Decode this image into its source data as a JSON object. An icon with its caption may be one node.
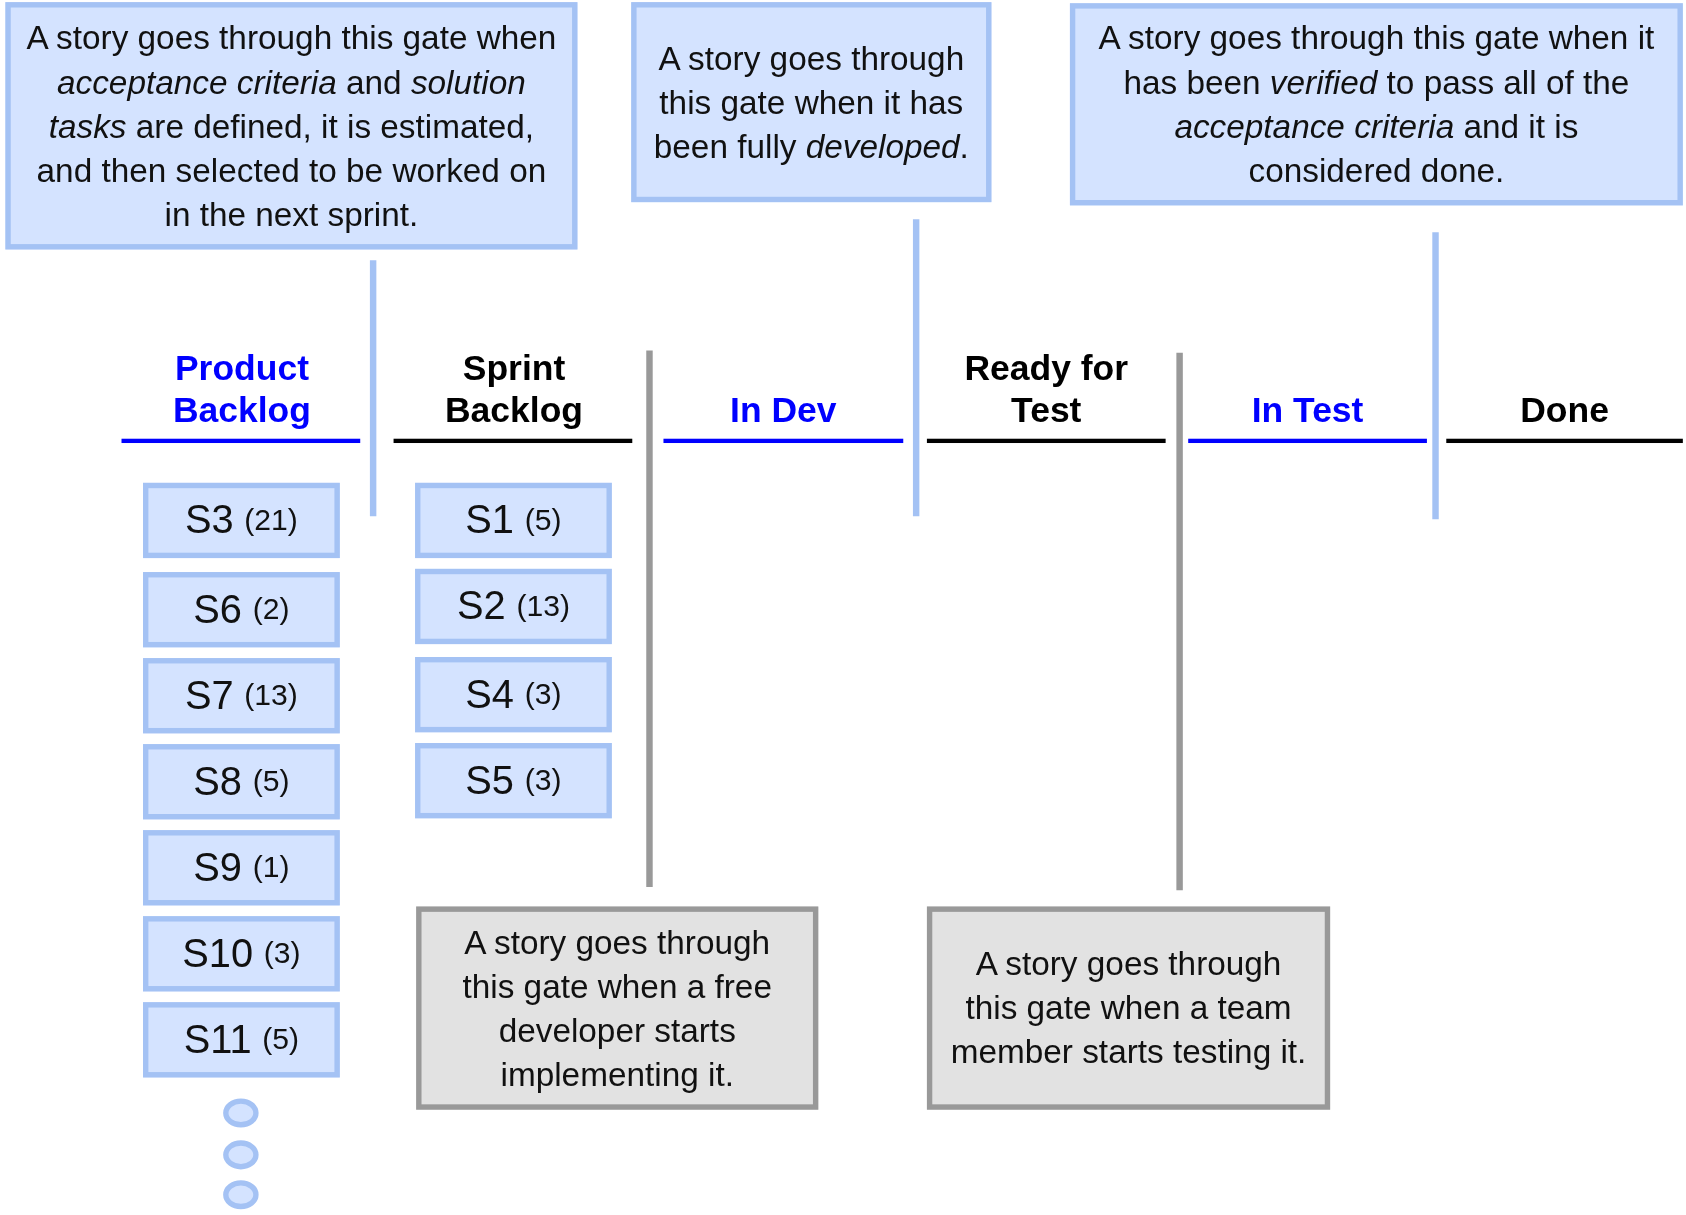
{
  "diagram": {
    "nodes": [
      {
        "text": [
          "A story goes through this gate when *acceptance criteria* and *solution tasks* are defined, it is estimated, and then selected to be worked on in the next sprint."
        ]
      },
      {
        "text": [
          "A story goes through this gate when it has been fully *developed*."
        ]
      },
      {
        "text": [
          "A story goes through this gate when it has been *verified* to pass all of the *acceptance criteria* and it is considered done."
        ]
      },
      {
        "text": [
          "S3",
          "(21)"
        ]
      },
      {
        "text": [
          "S6",
          "(2)"
        ]
      },
      {
        "text": [
          "S7",
          "(13)"
        ]
      },
      {
        "text": [
          "S8",
          "(5)"
        ]
      },
      {
        "text": [
          "S9",
          "(1)"
        ]
      },
      {
        "text": [
          "S10",
          "(3)"
        ]
      },
      {
        "text": [
          "S11",
          "(5)"
        ]
      },
      {
        "text": [],
        "shape": "circle"
      },
      {
        "text": [],
        "shape": "circle"
      },
      {
        "text": [],
        "shape": "circle"
      },
      {
        "text": [
          "S1",
          "(5)"
        ]
      },
      {
        "text": [
          "S2",
          "(13)"
        ]
      },
      {
        "text": [
          "S4",
          "(3)"
        ]
      },
      {
        "text": [
          "S5",
          "(3)"
        ]
      },
      {
        "text": [
          "A story goes through this gate when a free developer starts implementing it."
        ]
      },
      {
        "text": [
          "A story goes through this gate when a team member starts testing it."
        ]
      }
    ],
    "edges": [],
    "labels": [
      "Product Backlog",
      "Sprint Backlog",
      "In Dev",
      "Ready for Test",
      "In Test",
      "Done"
    ]
  }
}
